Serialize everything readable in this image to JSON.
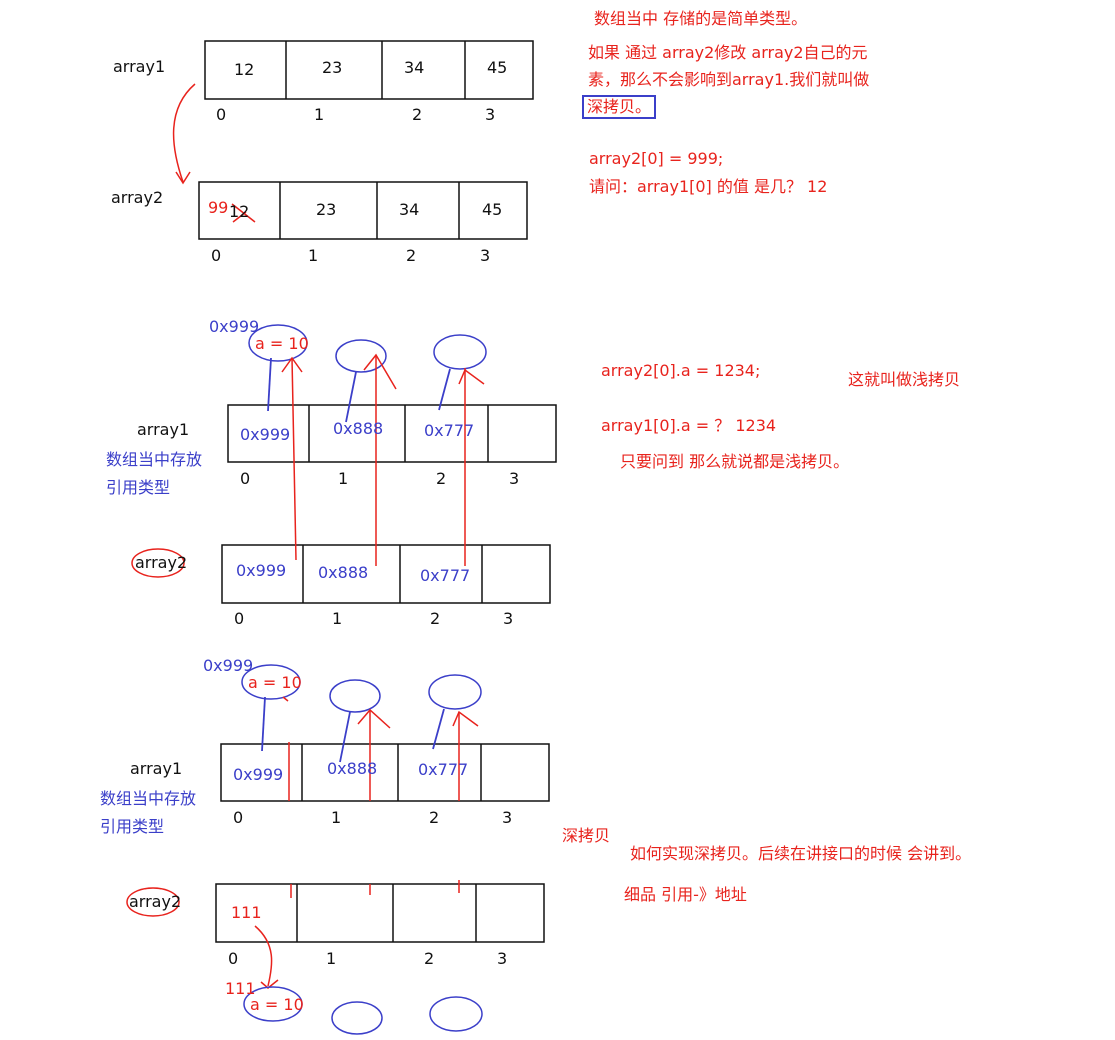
{
  "colors": {
    "ink": "#111111",
    "red": "#e8231d",
    "blue": "#3b3fc9"
  },
  "section1": {
    "array1_label": "array1",
    "array2_label": "array2",
    "array1_values": [
      "12",
      "23",
      "34",
      "45"
    ],
    "array2_values": [
      "12",
      "23",
      "34",
      "45"
    ],
    "array2_new_value": "99",
    "indices": [
      "0",
      "1",
      "2",
      "3"
    ],
    "note_title": "数组当中  存储的是简单类型。",
    "note_line1": "如果  通过 array2修改 array2自己的元",
    "note_line2": "素，那么不会影响到array1.我们就叫做",
    "note_boxed": "深拷贝。",
    "code_line1": "array2[0] = 999;",
    "code_line2": "请问：array1[0] 的值 是几？  12"
  },
  "section2": {
    "array1_label": "array1",
    "array2_label": "array2",
    "side_note_line1": "数组当中存放",
    "side_note_line2": "引用类型",
    "object_address": "0x999",
    "object_field": "a = 10",
    "array1_refs": [
      "0x999",
      "0x888",
      "0x777",
      ""
    ],
    "array2_refs": [
      "0x999",
      "0x888",
      "0x777",
      ""
    ],
    "indices": [
      "0",
      "1",
      "2",
      "3"
    ],
    "code_line1": "array2[0].a = 1234;",
    "code_line2": "array1[0].a = ？  1234",
    "note_line3": "只要问到   那么就说都是浅拷贝。",
    "shallow_label": "这就叫做浅拷贝"
  },
  "section3": {
    "array1_label": "array1",
    "array2_label": "array2",
    "side_note_line1": "数组当中存放",
    "side_note_line2": "引用类型",
    "object_address": "0x999",
    "object_field": "a = 10",
    "array1_refs": [
      "0x999",
      "0x888",
      "0x777",
      ""
    ],
    "array2_written_value": "111",
    "indices": [
      "0",
      "1",
      "2",
      "3"
    ],
    "deep_label": "深拷贝",
    "note_line1": "如何实现深拷贝。后续在讲接口的时候  会讲到。",
    "note_line2": "细品     引用-》地址",
    "copy_address": "111",
    "copy_field": "a = 10"
  }
}
